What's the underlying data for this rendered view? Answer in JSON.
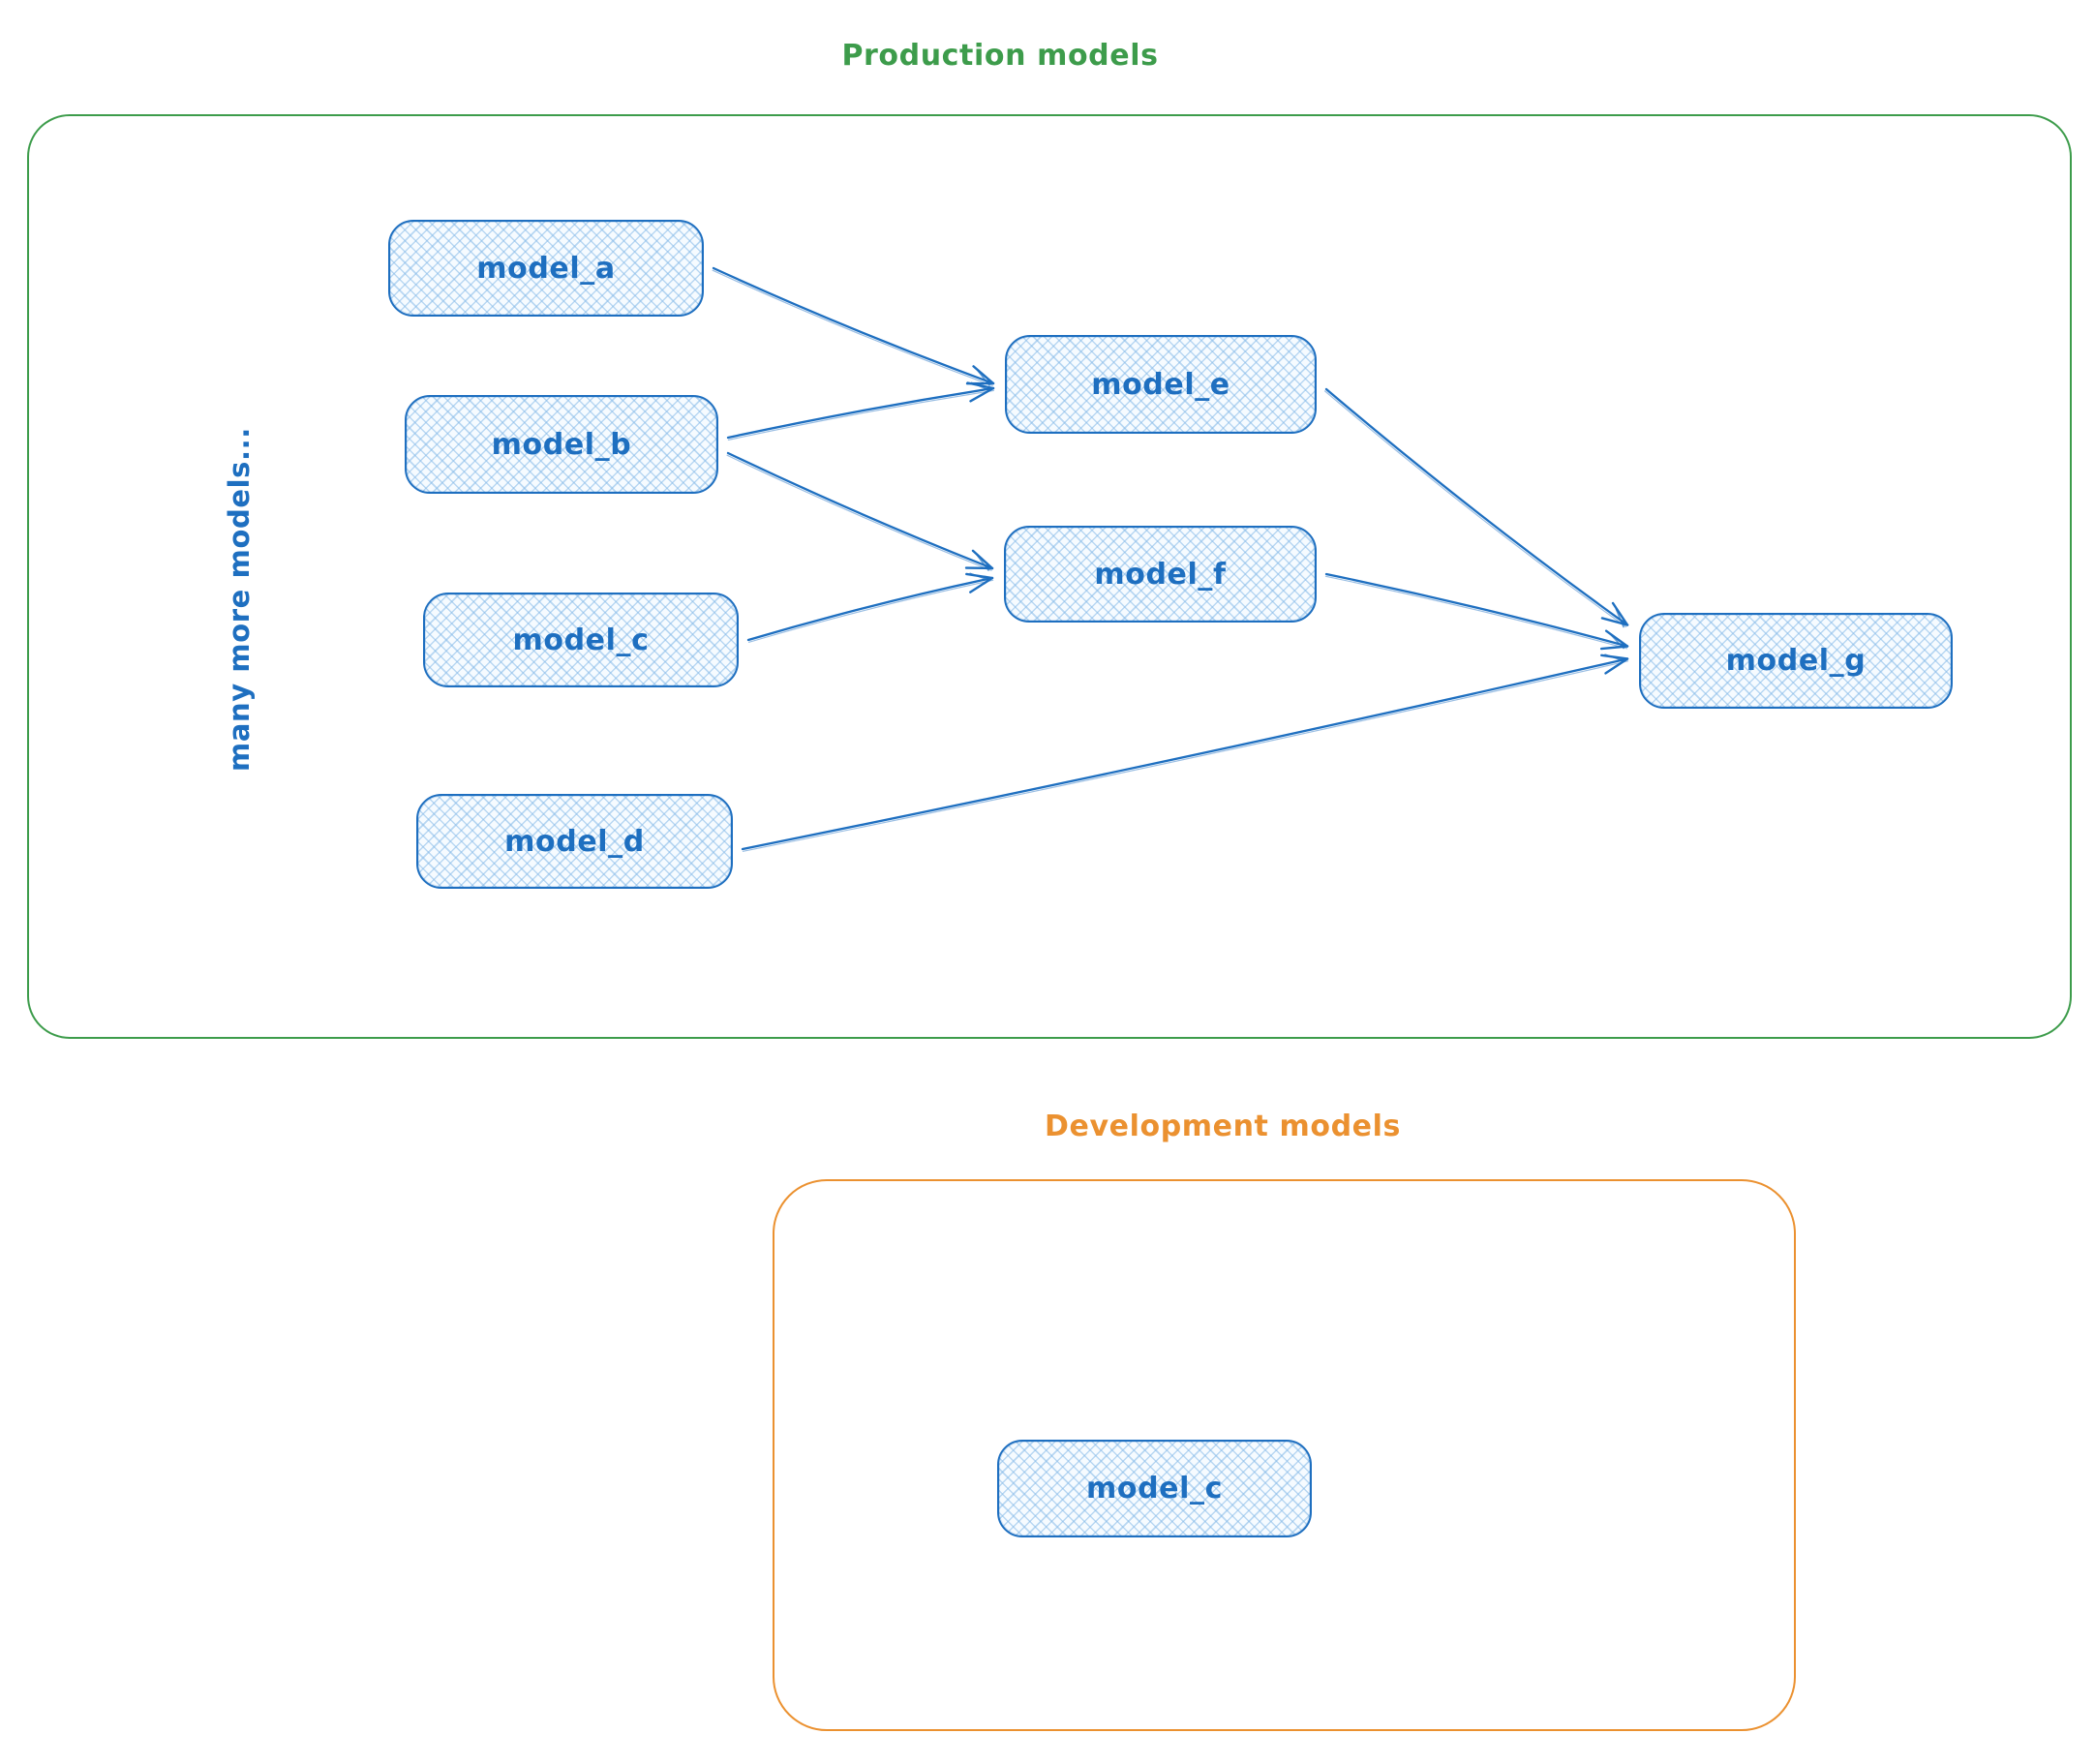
{
  "diagram": {
    "production": {
      "title": "Production models",
      "side_note": "many more models...",
      "nodes": [
        {
          "id": "model_a",
          "label": "model_a"
        },
        {
          "id": "model_b",
          "label": "model_b"
        },
        {
          "id": "model_c",
          "label": "model_c"
        },
        {
          "id": "model_d",
          "label": "model_d"
        },
        {
          "id": "model_e",
          "label": "model_e"
        },
        {
          "id": "model_f",
          "label": "model_f"
        },
        {
          "id": "model_g",
          "label": "model_g"
        }
      ],
      "edges": [
        {
          "from": "model_a",
          "to": "model_e"
        },
        {
          "from": "model_b",
          "to": "model_e"
        },
        {
          "from": "model_b",
          "to": "model_f"
        },
        {
          "from": "model_c",
          "to": "model_f"
        },
        {
          "from": "model_d",
          "to": "model_g"
        },
        {
          "from": "model_e",
          "to": "model_g"
        },
        {
          "from": "model_f",
          "to": "model_g"
        }
      ]
    },
    "development": {
      "title": "Development models",
      "nodes": [
        {
          "id": "dev_model_c",
          "label": "model_c"
        }
      ]
    },
    "colors": {
      "node_stroke": "#1e6fc0",
      "node_fill_hatch": "#86bae8",
      "production_border": "#3d9c4b",
      "development_border": "#eb9130",
      "arrow": "#1e6fc0"
    }
  }
}
